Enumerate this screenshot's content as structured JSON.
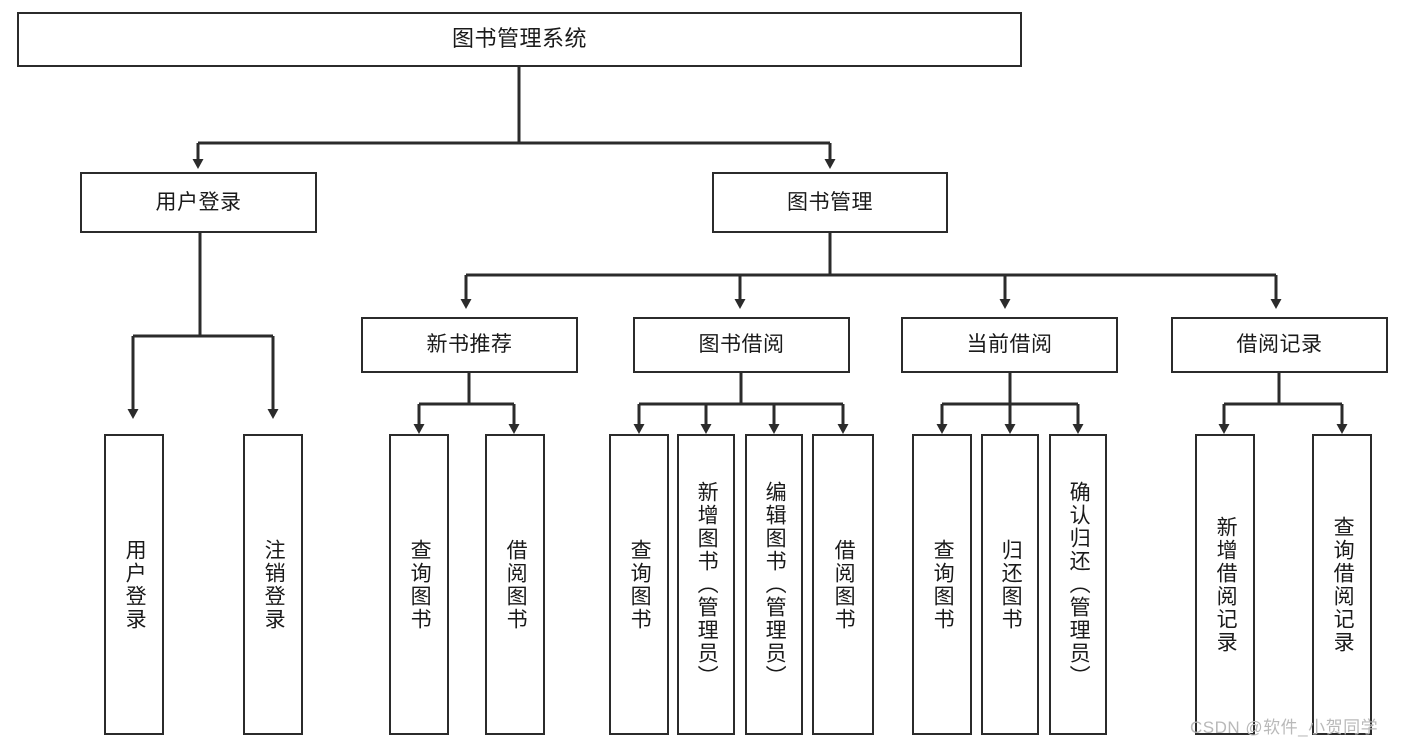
{
  "diagram": {
    "title": "图书管理系统",
    "watermark": "CSDN @软件_小贺同学",
    "line_color": "#2b2b2b",
    "background": "#ffffff",
    "text_color": "#1a1a1a",
    "watermark_color": "#b9b9b9",
    "nodes": {
      "root": "图书管理系统",
      "level1": [
        "用户登录",
        "图书管理"
      ],
      "level2": [
        "新书推荐",
        "图书借阅",
        "当前借阅",
        "借阅记录"
      ],
      "leaves_user_login": [
        "用户登录",
        "注销登录"
      ],
      "leaves_new_book": [
        "查询图书",
        "借阅图书"
      ],
      "leaves_borrow": [
        "查询图书",
        "新增图书（管理员）",
        "编辑图书（管理员）",
        "借阅图书"
      ],
      "leaves_current": [
        "查询图书",
        "归还图书",
        "确认归还（管理员）"
      ],
      "leaves_record": [
        "新增借阅记录",
        "查询借阅记录"
      ]
    }
  }
}
